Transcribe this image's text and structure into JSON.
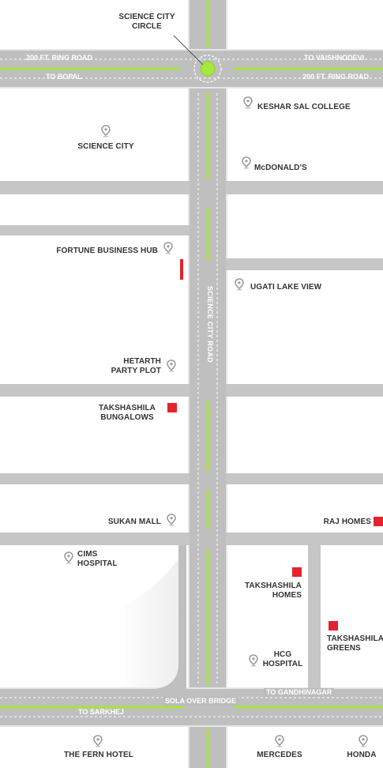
{
  "colors": {
    "road": "#bfbfbf",
    "road_edge": "#e9e9e9",
    "median": "#a7e63a",
    "marker_red": "#e4232e",
    "pin_gray": "#9a9a9a",
    "label_text": "#333333",
    "road_text": "#ffffff"
  },
  "icons": {
    "landmark": "map-pin-icon",
    "project": "red-square-marker",
    "junction": "roundabout-icon"
  },
  "labels": {
    "circle_line1": "SCIENCE CITY",
    "circle_line2": "CIRCLE",
    "ring_road_left": "200 FT. RING ROAD",
    "to_bopal": "TO BOPAL",
    "to_vaishnodevi": "TO VAISHNODEVI",
    "ring_road_right": "200 FT. RING ROAD",
    "science_city_road": "SCIENCE CITY ROAD",
    "to_gandhinagar": "TO GANDHINAGAR",
    "sola_over_bridge": "SOLA OVER BRIDGE",
    "to_sarkhej": "TO SARKHEJ"
  },
  "places": {
    "keshar_sal_college": "KESHAR SAL COLLEGE",
    "science_city": "SCIENCE CITY",
    "mcdonalds": "McDONALD'S",
    "fortune_business_hub": "FORTUNE BUSINESS HUB",
    "ugati_lake_view": "UGATI LAKE VIEW",
    "hetarth_line1": "HETARTH",
    "hetarth_line2": "PARTY PLOT",
    "takshashila_bungalows_line1": "TAKSHASHILA",
    "takshashila_bungalows_line2": "BUNGALOWS",
    "sukan_mall": "SUKAN MALL",
    "raj_homes": "RAJ HOMES",
    "cims_line1": "CIMS",
    "cims_line2": "HOSPITAL",
    "takshashila_homes_line1": "TAKSHASHILA",
    "takshashila_homes_line2": "HOMES",
    "takshashila_greens_line1": "TAKSHASHILA",
    "takshashila_greens_line2": "GREENS",
    "hcg_line1": "HCG",
    "hcg_line2": "HOSPITAL",
    "the_fern_hotel": "THE FERN HOTEL",
    "mercedes": "MERCEDES",
    "honda": "HONDA"
  }
}
